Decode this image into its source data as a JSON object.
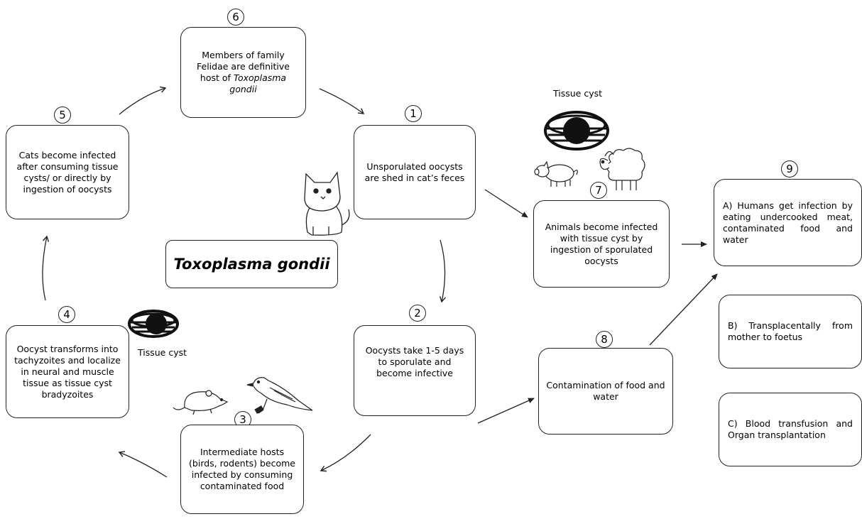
{
  "title": "Toxoplasma gondii",
  "steps": {
    "s1": {
      "num": "1",
      "text": "Unsporulated oocysts are shed in cat’s feces"
    },
    "s2": {
      "num": "2",
      "text": "Oocysts take 1-5 days to sporulate and become infective"
    },
    "s3": {
      "num": "3",
      "text": "Intermediate hosts (birds, rodents) become infected by consuming contaminated food"
    },
    "s4": {
      "num": "4",
      "text": "Oocyst transforms into tachyzoites and localize in neural and muscle tissue as tissue cyst bradyzoites"
    },
    "s5": {
      "num": "5",
      "text": "Cats become infected after consuming tissue cysts/ or directly by ingestion of oocysts"
    },
    "s6": {
      "num": "6",
      "text_a": "Members of family Felidae are definitive host of ",
      "text_b": "Toxoplasma gondii"
    },
    "s7": {
      "num": "7",
      "text": "Animals become infected with tissue cyst by ingestion of sporulated oocysts"
    },
    "s8": {
      "num": "8",
      "text": "Contamination of food and water"
    },
    "s9": {
      "num": "9"
    }
  },
  "routes": {
    "a": "A) Humans get infection by eating undercooked meat, contaminated food and water",
    "b": "B) Transplacentally from mother to foetus",
    "c": "C) Blood transfusion and Organ transplantation"
  },
  "labels": {
    "tissue_cyst_left": "Tissue cyst",
    "tissue_cyst_right": "Tissue cyst"
  },
  "icons": [
    "cat-icon",
    "tissue-cyst-icon",
    "pig-icon",
    "sheep-icon",
    "rat-icon",
    "bird-icon",
    "oocyst-icon"
  ]
}
